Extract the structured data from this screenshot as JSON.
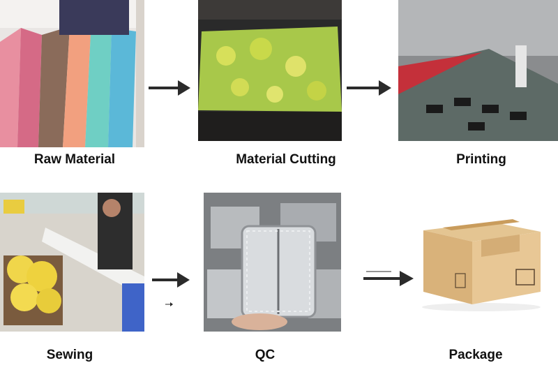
{
  "steps": [
    {
      "label": "Raw Material",
      "icon": "fabric-rolls-photo"
    },
    {
      "label": "Material Cutting",
      "icon": "cutting-table-photo"
    },
    {
      "label": "Printing",
      "icon": "printing-line-photo"
    },
    {
      "label": "Sewing",
      "icon": "sewing-workshop-photo"
    },
    {
      "label": "QC",
      "icon": "insulated-bags-photo"
    },
    {
      "label": "Package",
      "icon": "cardboard-box-photo"
    }
  ],
  "colors": {
    "arrow": "#2b2b2b",
    "text": "#111111",
    "background": "#ffffff"
  }
}
